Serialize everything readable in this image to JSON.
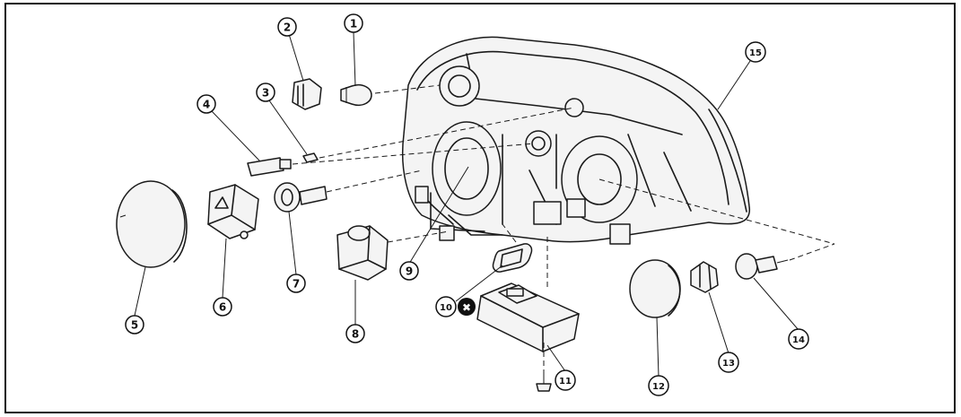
{
  "diagram": {
    "callouts": [
      "1",
      "2",
      "3",
      "4",
      "5",
      "6",
      "7",
      "8",
      "9",
      "10",
      "11",
      "12",
      "13",
      "14",
      "15"
    ],
    "warning_symbol": "✖"
  }
}
